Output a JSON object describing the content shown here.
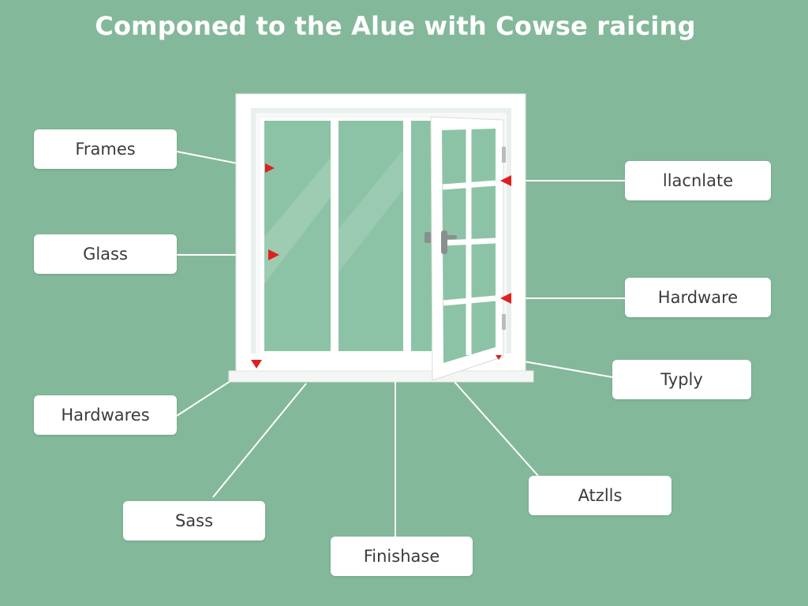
{
  "title": "Componed to the Alue with Cowse raicing",
  "labels": {
    "frames": "Frames",
    "glass": "Glass",
    "hardwares": "Hardwares",
    "sass": "Sass",
    "finishase": "Finishase",
    "atzlls": "Atzlls",
    "typly": "Typly",
    "hardware": "Hardware",
    "llacnlate": "llacnlate"
  },
  "colors": {
    "background": "#84b89a",
    "frame": "#ffffff",
    "glass": "#8cc3a6",
    "marker": "#e02020",
    "leader": "#ffffff"
  }
}
